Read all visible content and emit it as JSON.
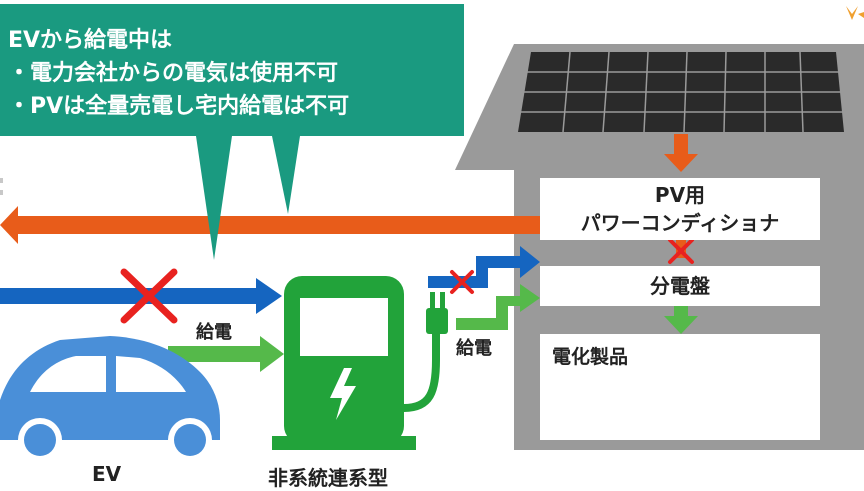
{
  "callout": {
    "line1": "EVから給電中は",
    "line2": "・電力会社からの電気は使用不可",
    "line3": "・PVは全量売電し宅内給電は不可"
  },
  "house": {
    "pcs_line1": "PV用",
    "pcs_line2": "パワーコンディショナ",
    "panel_label": "分電盤",
    "appliances_label": "電化製品"
  },
  "labels": {
    "supply_left": "給電",
    "supply_right": "給電",
    "ev": "EV",
    "charger": "非系統連系型"
  },
  "colors": {
    "callout_bg": "#1a9a80",
    "house_gray": "#9a9a9a",
    "orange": "#e85c1a",
    "blue": "#1565c0",
    "green": "#55b94a",
    "charger_green": "#22a33a",
    "red_x": "#e8221f",
    "ev_blue": "#4a8fd8"
  }
}
